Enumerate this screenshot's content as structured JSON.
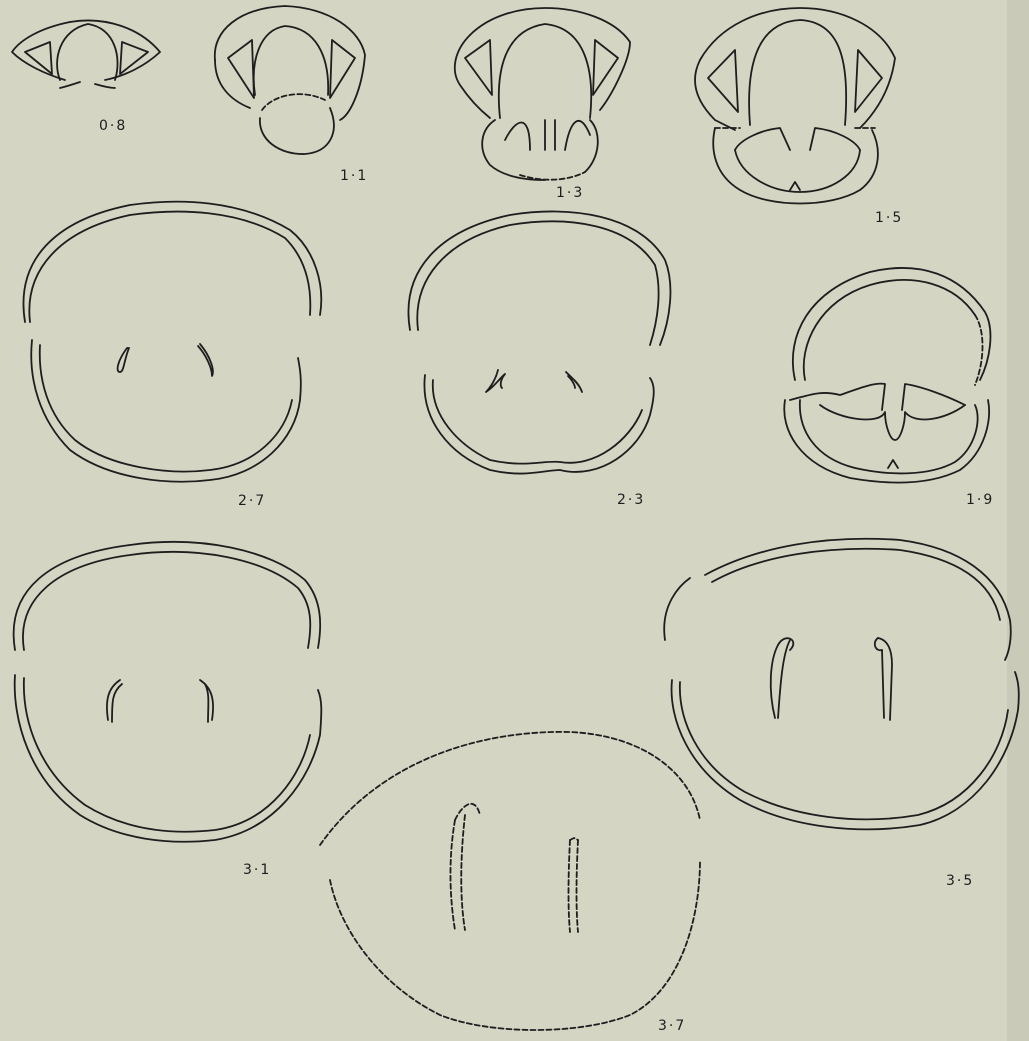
{
  "figure": {
    "background": "#d4d5c3",
    "ink": "#1e1e1e",
    "sections": [
      {
        "id": "s08",
        "label": "0·8"
      },
      {
        "id": "s11",
        "label": "1·1"
      },
      {
        "id": "s13",
        "label": "1·3"
      },
      {
        "id": "s15",
        "label": "1·5"
      },
      {
        "id": "s27",
        "label": "2·7"
      },
      {
        "id": "s23",
        "label": "2·3"
      },
      {
        "id": "s19",
        "label": "1·9"
      },
      {
        "id": "s31",
        "label": "3·1"
      },
      {
        "id": "s35",
        "label": "3·5"
      },
      {
        "id": "s37",
        "label": "3·7"
      }
    ]
  }
}
